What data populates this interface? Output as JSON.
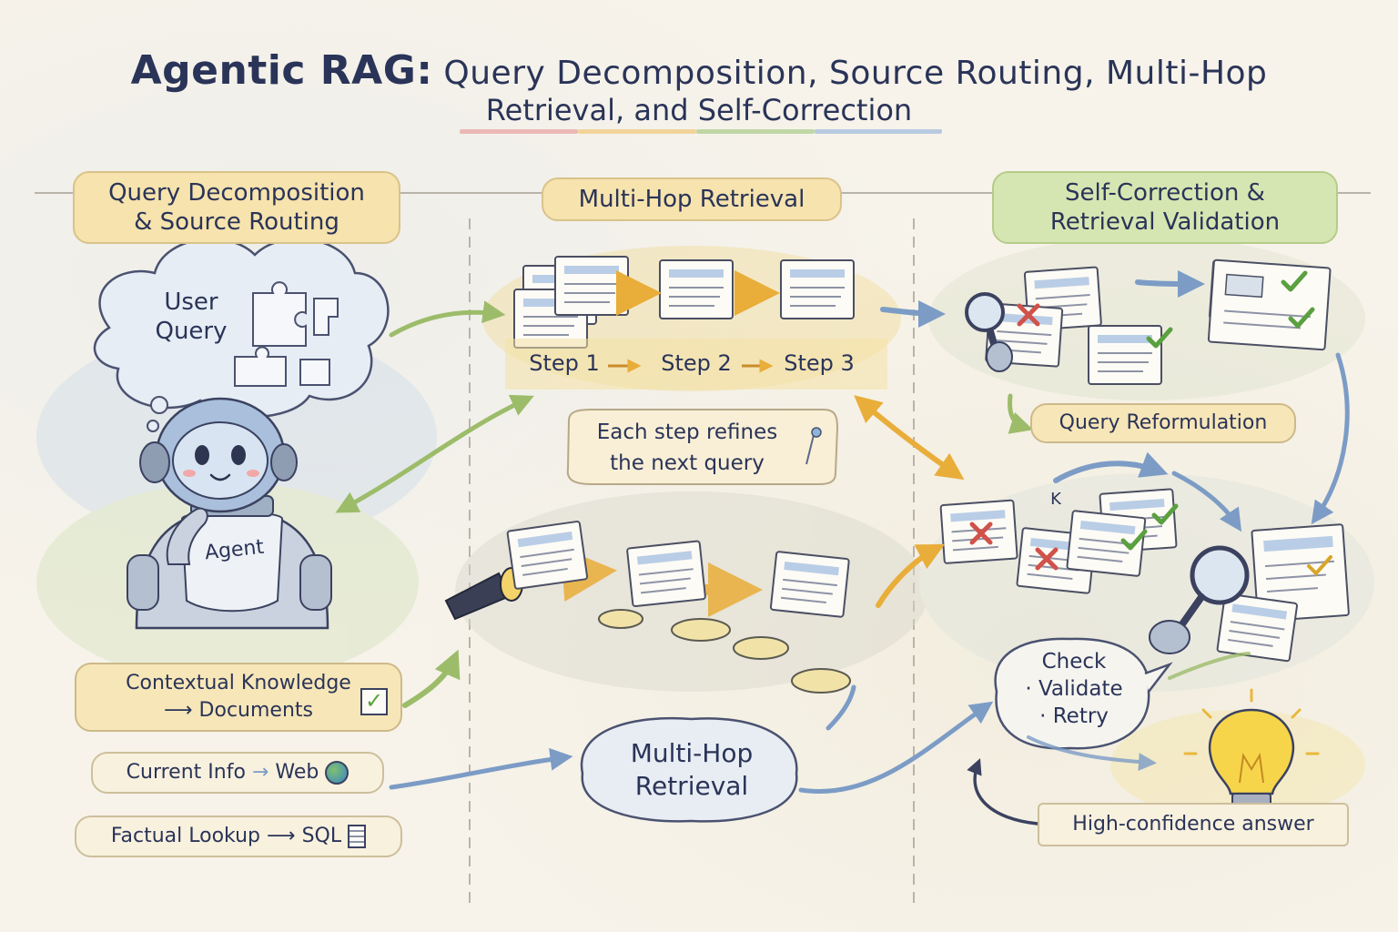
{
  "title": {
    "lead": "Agentic RAG:",
    "rest": "Query Decomposition, Source Routing, Multi-Hop",
    "line2": "Retrieval, and Self-Correction"
  },
  "columns": {
    "left": {
      "header_line1": "Query Decomposition",
      "header_line2": "& Source Routing"
    },
    "middle": {
      "header": "Multi-Hop Retrieval"
    },
    "right": {
      "header_line1": "Self-Correction &",
      "header_line2": "Retrieval Validation"
    }
  },
  "left": {
    "thought_line1": "User",
    "thought_line2": "Query",
    "agent_label": "Agent",
    "routes": [
      {
        "from": "Contextual Knowledge",
        "to": "Documents",
        "icon": "checkbox-icon"
      },
      {
        "from": "Current Info",
        "to": "Web",
        "icon": "globe-icon"
      },
      {
        "from": "Factual Lookup",
        "to": "SQL",
        "icon": "database-icon"
      }
    ]
  },
  "middle": {
    "steps": [
      "Step 1",
      "Step 2",
      "Step 3"
    ],
    "note_line1": "Each step refines",
    "note_line2": "the next query",
    "bubble_line1": "Multi-Hop",
    "bubble_line2": "Retrieval"
  },
  "right": {
    "reformulation": "Query Reformulation",
    "bubble_line1": "Check",
    "bubble_line2": "· Validate",
    "bubble_line3": "· Retry",
    "answer": "High-confidence answer",
    "doc_mark": "K"
  },
  "colors": {
    "ink": "#2a3458",
    "yellow": "#f6e3ad",
    "green": "#d6e6b2",
    "arrow_yellow": "#e9ad3a",
    "arrow_blue": "#7c9cc6",
    "arrow_green": "#9cbc6a",
    "check_green": "#5aa040",
    "cross_red": "#d0524a"
  }
}
